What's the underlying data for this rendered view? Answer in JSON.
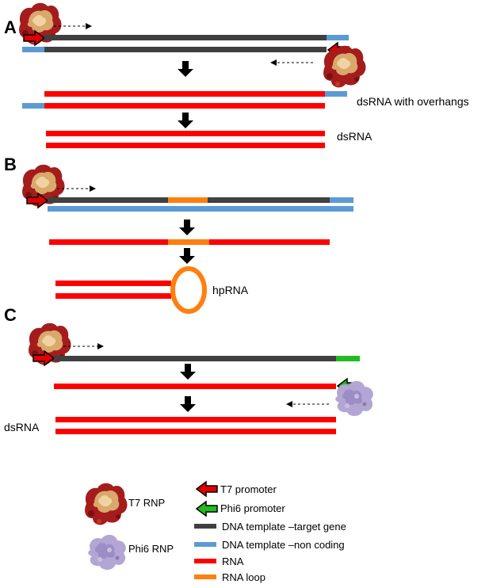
{
  "panels": {
    "a": {
      "label": "A",
      "text_overhangs": "dsRNA with overhangs",
      "text_dsrna": "dsRNA"
    },
    "b": {
      "label": "B",
      "text_hprna": "hpRNA"
    },
    "c": {
      "label": "C",
      "text_dsrna": "dsRNA"
    }
  },
  "legend": {
    "t7_rnp": "T7 RNP",
    "phi6_rnp": "Phi6 RNP",
    "t7_promoter": "T7 promoter",
    "phi6_promoter": "Phi6 promoter",
    "dna_target": "DNA template –target gene",
    "dna_noncoding": "DNA template –non coding",
    "rna": "RNA",
    "rna_loop": "RNA loop"
  },
  "colors": {
    "dna_target": "#404040",
    "dna_noncoding": "#5b9bd5",
    "rna": "#ff0000",
    "rna_loop": "#ff7f0e",
    "t7_promoter": "#e00000",
    "phi6_promoter": "#22bb22",
    "t7_rnp": "#b22222",
    "phi6_rnp": "#b3a6d4"
  },
  "icons": [
    "t7-rnp-icon",
    "phi6-rnp-icon",
    "t7-promoter-icon",
    "phi6-promoter-icon",
    "down-arrow-icon",
    "dashed-arrow-icon"
  ]
}
